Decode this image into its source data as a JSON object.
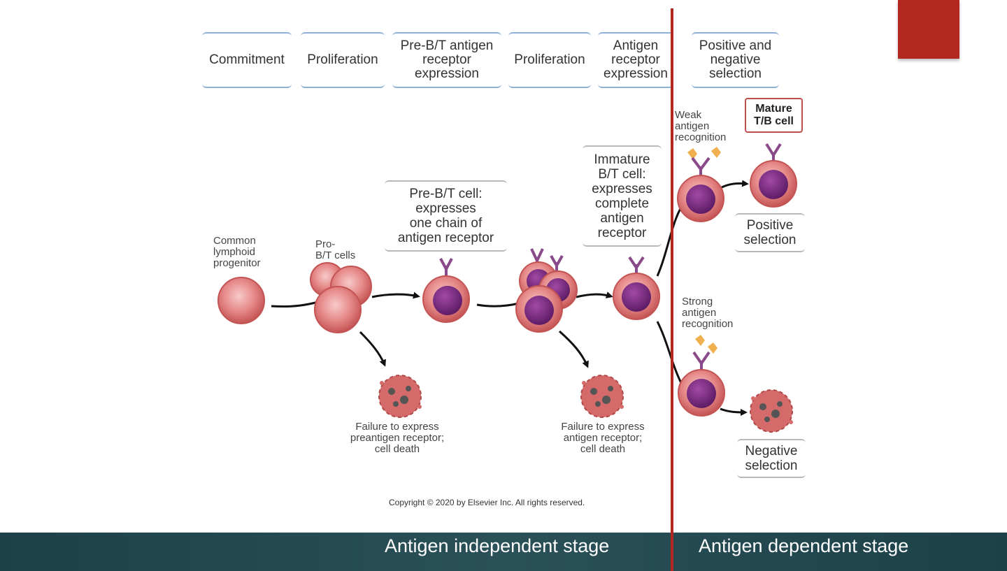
{
  "stages": [
    {
      "label": "Commitment"
    },
    {
      "label": "Proliferation"
    },
    {
      "label": "Pre-B/T antigen\nreceptor\nexpression"
    },
    {
      "label": "Proliferation"
    },
    {
      "label": "Antigen\nreceptor\nexpression"
    },
    {
      "label": "Positive and\nnegative\nselection"
    }
  ],
  "labels": {
    "common_lymphoid": "Common\nlymphoid\nprogenitor",
    "pro_bt": "Pro-\nB/T cells",
    "pre_bt_cell": "Pre-B/T cell:\nexpresses\none chain of\nantigen receptor",
    "immature": "Immature\nB/T cell:\nexpresses\ncomplete\nantigen\nreceptor",
    "weak": "Weak\nantigen\nrecognition",
    "strong": "Strong\nantigen\nrecognition",
    "mature": "Mature\nT/B cell",
    "positive": "Positive\nselection",
    "negative": "Negative\nselection",
    "failure1": "Failure to express\npreantigen receptor;\ncell death",
    "failure2": "Failure to express\nantigen receptor;\ncell death"
  },
  "copyright": "Copyright © 2020 by Elsevier Inc. All rights reserved.",
  "footer": {
    "left": "Antigen independent stage",
    "right": "Antigen dependent stage"
  },
  "colors": {
    "accent_red": "#b3281e",
    "footer_bg": "#23474e",
    "cell_pink": "#e07c7c",
    "nucleus_purple": "#7a2a82",
    "receptor_purple": "#8a4a8a",
    "antigen_orange": "#f0b050"
  }
}
